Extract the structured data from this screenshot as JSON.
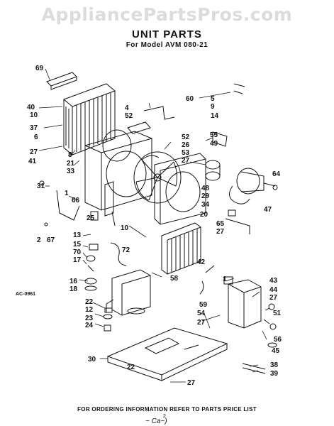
{
  "watermark": "AppliancePartsPros.com",
  "title": "UNIT PARTS",
  "subtitle": "For Model AVM 080-21",
  "drawing_code": "AC-0961",
  "footer": "FOR ORDERING INFORMATION REFER TO PARTS PRICE LIST",
  "page_number": "2",
  "scribble": "~ Ca~)",
  "callouts": [
    "69",
    "40",
    "10",
    "37",
    "6",
    "27",
    "8",
    "41",
    "21",
    "33",
    "4",
    "52",
    "60",
    "5",
    "9",
    "14",
    "52",
    "26",
    "53",
    "27",
    "55",
    "49",
    "48",
    "29",
    "34",
    "64",
    "47",
    "31",
    "1",
    "66",
    "25",
    "2",
    "67",
    "20",
    "65",
    "27",
    "10",
    "13",
    "15",
    "70",
    "17",
    "72",
    "16",
    "18",
    "42",
    "58",
    "22",
    "12",
    "23",
    "24",
    "1",
    "43",
    "44",
    "27",
    "51",
    "59",
    "54",
    "27",
    "56",
    "45",
    "30",
    "22",
    "38",
    "39",
    "27"
  ]
}
